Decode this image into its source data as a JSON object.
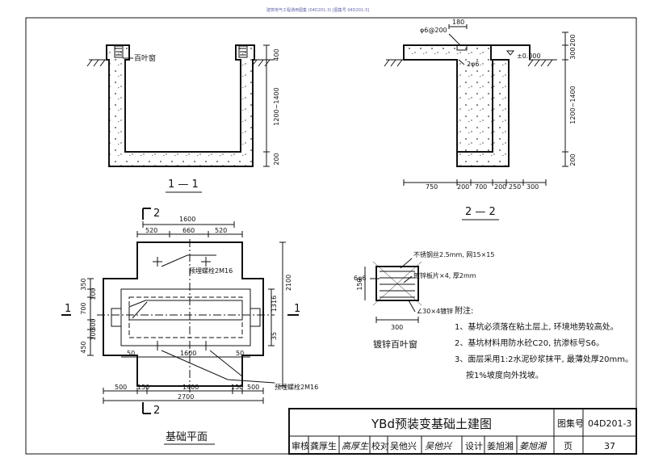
{
  "header_note": "建筑电气工程通用图集 (04D201-3)  [图集号 04D201-3]",
  "section_11": {
    "caption": "1 — 1",
    "louver_label": "百叶窗",
    "dims_right": [
      "400",
      "1200~1400",
      "200"
    ]
  },
  "section_22": {
    "caption": "2 — 2",
    "top_labels": [
      "φ6@200",
      "180"
    ],
    "stirrup_label": "2φ6",
    "elevation": "±0.000",
    "dims_right": [
      "200",
      "300",
      "1200~1400",
      "200"
    ],
    "dims_bottom": [
      "750",
      "200",
      "700",
      "200",
      "250",
      "300"
    ]
  },
  "plan": {
    "caption": "基础平面",
    "section_marks": [
      "2",
      "2",
      "1",
      "1"
    ],
    "bolt_label_top": "预埋螺栓2M16",
    "bolt_label_bottom": "预埋螺栓2M16",
    "dims_top": [
      "1600",
      "520",
      "660",
      "520"
    ],
    "dims_left": [
      "350",
      "100",
      "700",
      "300",
      "100",
      "450"
    ],
    "dims_right_inner": [
      "1316",
      "35"
    ],
    "dim_right_total": "2100",
    "dims_inner_bottom": [
      "50",
      "1600",
      "50"
    ],
    "dims_bottom": [
      "500",
      "150",
      "1400",
      "150",
      "500"
    ],
    "dim_bottom_total": "2700"
  },
  "louver_detail": {
    "caption": "镀锌百叶窗",
    "mesh_label": "不锈钢丝2.5mm, 网15×15",
    "plate_label": "镀锌板片×4, 厚2mm",
    "bar_label": "6φ6",
    "angle_label": "∠30×4镀锌",
    "dim_side": "150",
    "dim_bottom": "300"
  },
  "notes": {
    "title": "附注:",
    "items": [
      "1、基坑必须落在粘土层上, 环境地势较高处。",
      "2、基坑材料用防水砼C20, 抗渗标号S6。",
      "3、面层采用1:2水泥砂浆抹平, 最薄处厚20mm。",
      "按1%坡度向外找坡。"
    ]
  },
  "title_block": {
    "title": "YBd预装变基础土建图",
    "atlas_label": "图集号",
    "atlas_no": "04D201-3",
    "review_label": "审核",
    "review_name": "龚厚生",
    "review_sign": "高厚生",
    "check_label": "校对",
    "check_name": "吴他兴",
    "check_sign": "吴他兴",
    "design_label": "设计",
    "design_name": "姜旭湘",
    "design_sign": "姜旭湘",
    "page_label": "页",
    "page_no": "37"
  }
}
